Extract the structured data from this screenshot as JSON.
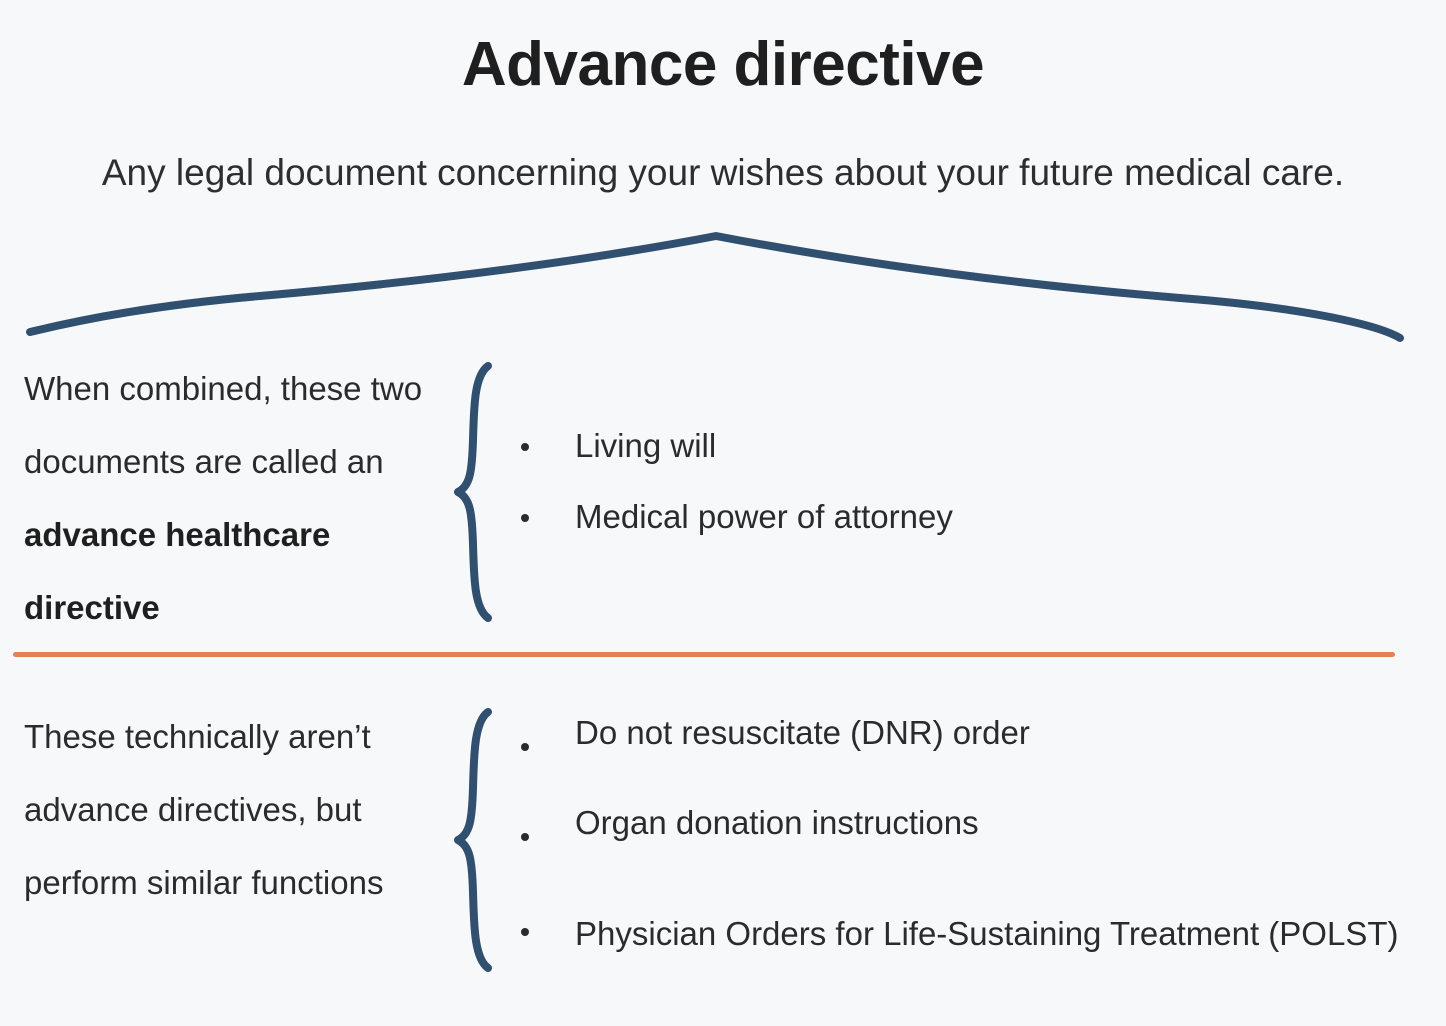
{
  "slide": {
    "title": "Advance directive",
    "subtitle": "Any legal document concerning your wishes about your future medical care.",
    "background_color": "#f7f8fa",
    "accent_blue": "#31506f",
    "accent_orange": "#e28257",
    "text_color": "#2b2b2b"
  },
  "sections": [
    {
      "id": "combined",
      "lead_plain": "When combined, these two documents are called an advance healthcare directive",
      "lead_parts": [
        {
          "text": "When combined, these two documents are called an ",
          "bold": false
        },
        {
          "text": "advance healthcare directive",
          "bold": true
        }
      ],
      "items": [
        "Living will",
        "Medical power of attorney"
      ]
    },
    {
      "id": "similar-functions",
      "lead_plain": "These technically aren’t advance directives, but perform similar functions",
      "lead_parts": [
        {
          "text": "These technically aren’t advance directives, but perform similar functions",
          "bold": false
        }
      ],
      "items": [
        "Do not resuscitate (DNR) order",
        "Organ donation instructions",
        "Physician Orders for Life-Sustaining Treatment (POLST)"
      ]
    }
  ],
  "divider": {
    "color": "#e28257"
  },
  "artifact": {
    "text": "· · · · · · · ·"
  }
}
